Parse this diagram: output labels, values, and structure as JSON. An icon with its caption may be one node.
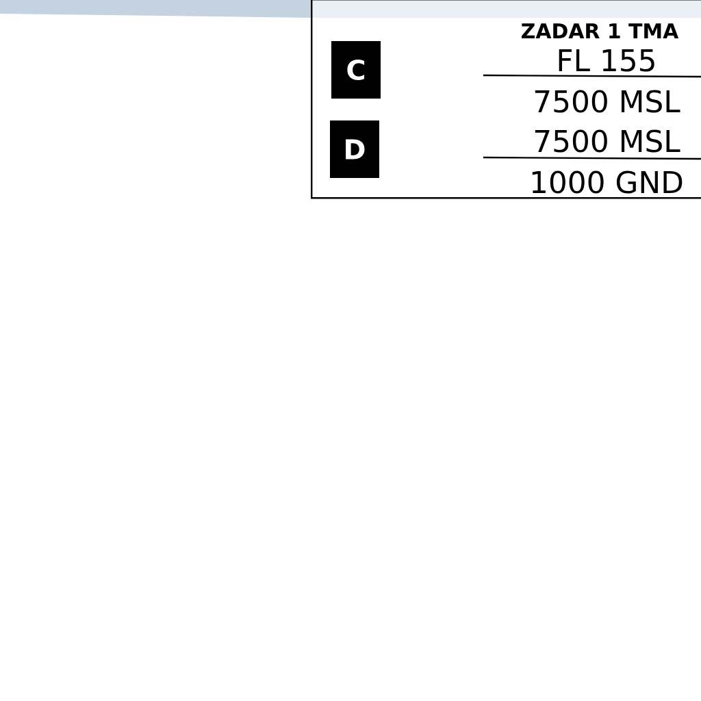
{
  "diagram": {
    "nodes": [
      {
        "text": [
          "ZADAR 1 TMA"
        ]
      },
      {
        "text": [
          "C"
        ],
        "in": 0
      },
      {
        "text": [
          "D"
        ],
        "in": 0
      }
    ],
    "labels": [
      "FL 155",
      "7500 MSL",
      "7500 MSL",
      "1000 GND"
    ]
  }
}
